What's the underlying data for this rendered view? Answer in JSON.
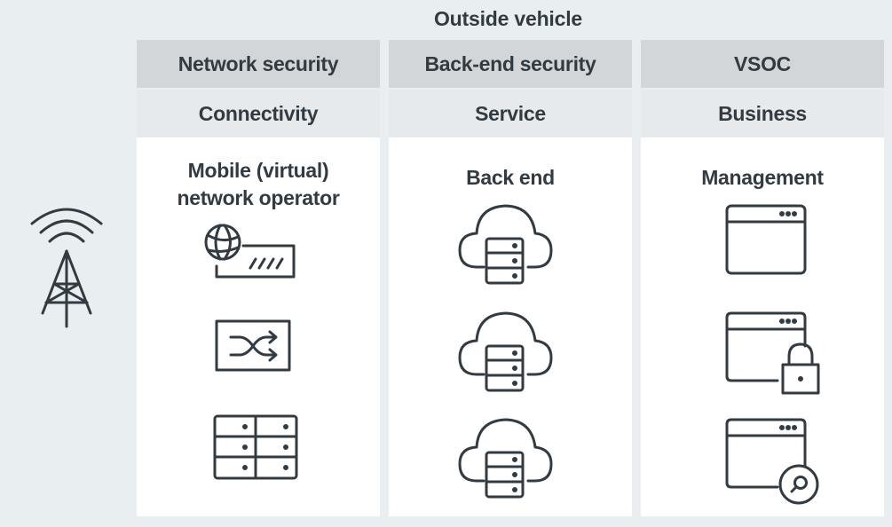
{
  "title": "Outside vehicle",
  "columns": [
    {
      "header_top": "Network security",
      "header_bottom": "Connectivity",
      "subtitle_line1": "Mobile (virtual)",
      "subtitle_line2": "network operator",
      "icons": [
        "globe-terminal-icon",
        "shuffle-switch-icon",
        "server-rack-icon"
      ]
    },
    {
      "header_top": "Back-end security",
      "header_bottom": "Service",
      "subtitle_line1": "Back end",
      "icons": [
        "cloud-server-icon",
        "cloud-server-icon",
        "cloud-server-icon"
      ]
    },
    {
      "header_top": "VSOC",
      "header_bottom": "Business",
      "subtitle_line1": "Management",
      "icons": [
        "browser-window-icon",
        "browser-lock-icon",
        "browser-search-icon"
      ]
    }
  ],
  "side_icon": "radio-tower-icon",
  "colors": {
    "background": "#e9eef1",
    "header_dark": "#d2d6d8",
    "header_light": "#e6eaec",
    "panel": "#ffffff",
    "ink": "#333b42"
  }
}
